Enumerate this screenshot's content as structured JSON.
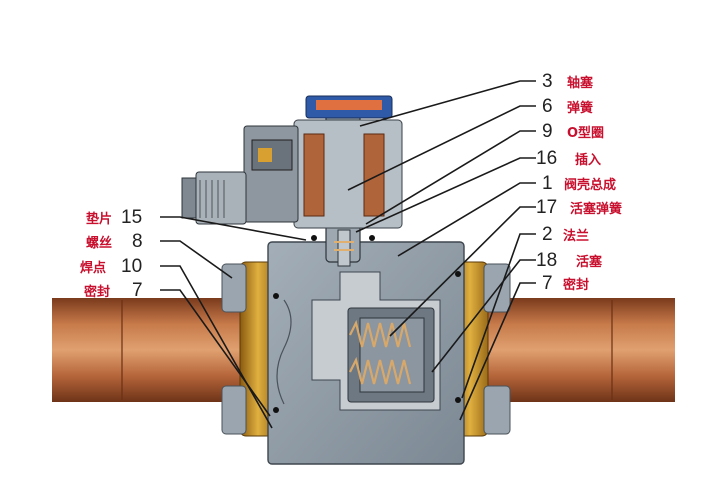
{
  "colors": {
    "label_red": "#c8102e",
    "number_text": "#222222",
    "copper": "#b8653a",
    "brass": "#c8932a",
    "body_gray": "#8d99a4",
    "coil_blue": "#2f5aa8"
  },
  "labels_right": [
    {
      "number": "3",
      "text": "轴塞"
    },
    {
      "number": "6",
      "text": "弹簧"
    },
    {
      "number": "9",
      "text": "O型圈"
    },
    {
      "number": "16",
      "text": "插入"
    },
    {
      "number": "1",
      "text": "阀壳总成"
    },
    {
      "number": "17",
      "text": "活塞弹簧"
    },
    {
      "number": "2",
      "text": "法兰"
    },
    {
      "number": "18",
      "text": "活塞"
    },
    {
      "number": "7",
      "text": "密封"
    }
  ],
  "labels_left": [
    {
      "number": "15",
      "text": "垫片"
    },
    {
      "number": "8",
      "text": "螺丝"
    },
    {
      "number": "10",
      "text": "焊点"
    },
    {
      "number": "7",
      "text": "密封"
    }
  ]
}
